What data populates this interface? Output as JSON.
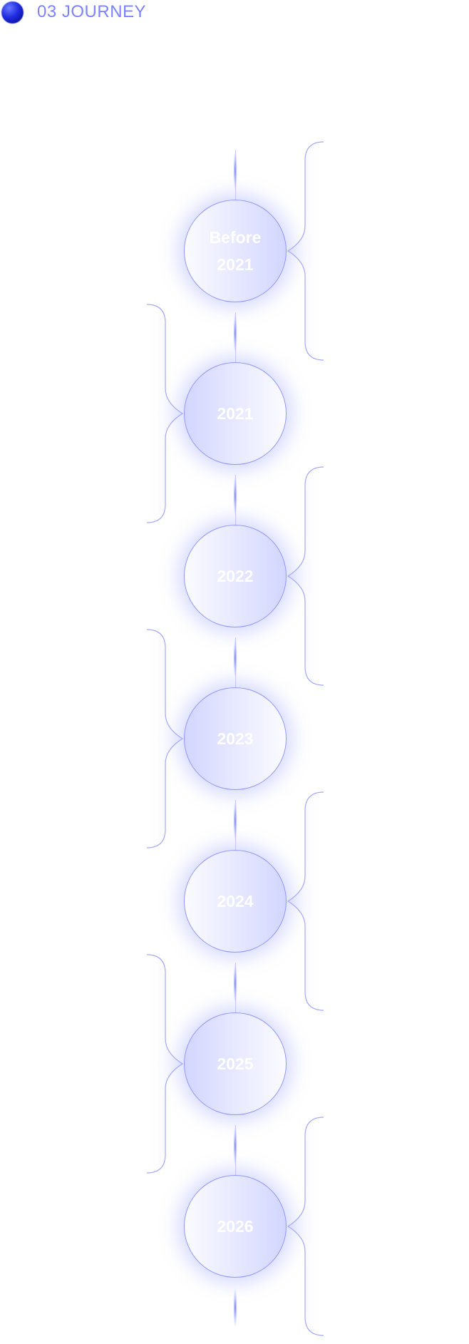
{
  "header": {
    "title": "03 JOURNEY",
    "icon": "sphere-icon"
  },
  "timeline": [
    {
      "line1": "Before",
      "line2": "2021",
      "side": "right"
    },
    {
      "line1": "2021",
      "side": "left"
    },
    {
      "line1": "2022",
      "side": "right"
    },
    {
      "line1": "2023",
      "side": "left"
    },
    {
      "line1": "2024",
      "side": "right"
    },
    {
      "line1": "2025",
      "side": "left"
    },
    {
      "line1": "2026",
      "side": "right"
    }
  ],
  "colors": {
    "accent": "#7b83ff",
    "line": "#8f97ff"
  }
}
